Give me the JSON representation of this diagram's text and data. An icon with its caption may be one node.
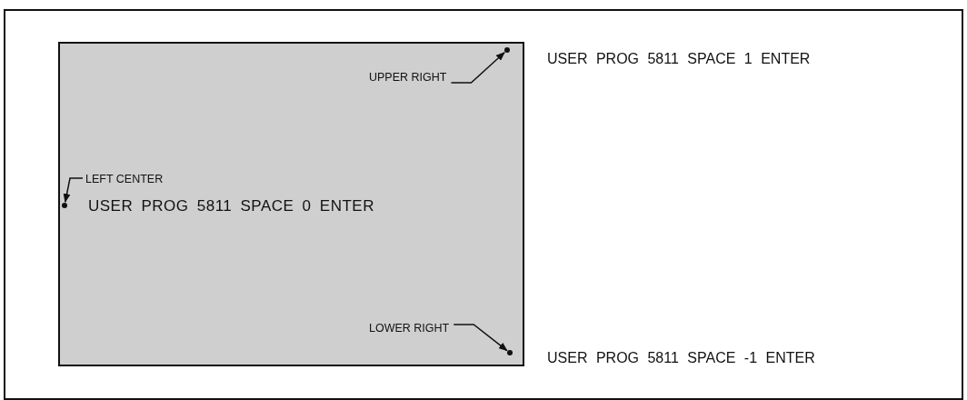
{
  "diagram": {
    "nodes": [
      {
        "text": [
          "USER PROG 5811 SPACE 0 ENTER"
        ]
      },
      {
        "text": [
          "UPPER RIGHT"
        ],
        "in": 0
      },
      {
        "text": [],
        "shape": "circle",
        "in": 0
      },
      {
        "text": [
          "LEFT CENTER"
        ],
        "in": 0
      },
      {
        "text": [],
        "shape": "circle",
        "in": 0
      },
      {
        "text": [
          "LOWER RIGHT"
        ],
        "in": 0
      },
      {
        "text": [],
        "shape": "circle",
        "in": 0
      }
    ],
    "edges": [
      {
        "from": 1,
        "to": 2,
        "arrow": "to"
      },
      {
        "from": 3,
        "to": 4,
        "arrow": "to"
      },
      {
        "from": 5,
        "to": 6,
        "arrow": "to"
      }
    ],
    "labels": [
      "USER PROG 5811 SPACE 1 ENTER",
      "USER PROG 5811 SPACE -1 ENTER"
    ]
  }
}
